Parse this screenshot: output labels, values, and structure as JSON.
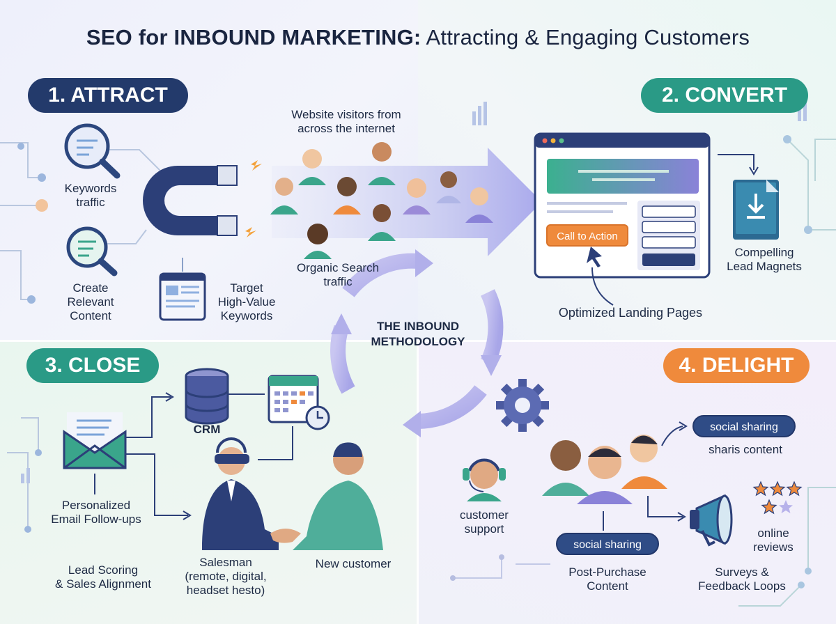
{
  "title": {
    "bold": "SEO for INBOUND MARKETING:",
    "rest": " Attracting & Engaging Customers"
  },
  "stages": {
    "attract": "1. ATTRACT",
    "convert": "2. CONVERT",
    "close": "3. CLOSE",
    "delight": "4. DELIGHT"
  },
  "center": {
    "line1": "THE INBOUND",
    "line2": "METHODOLOGY"
  },
  "attract": {
    "keywords": [
      "Keywords",
      "traffic"
    ],
    "content": [
      "Create",
      "Relevant",
      "Content"
    ],
    "target": [
      "Target",
      "High-Value",
      "Keywords"
    ],
    "visitors": [
      "Website visitors from",
      "across the internet"
    ],
    "organic": [
      "Organic Search",
      "traffic"
    ]
  },
  "convert": {
    "cta": "Call to Action",
    "landing": "Optimized Landing Pages",
    "magnets": [
      "Compelling",
      "Lead Magnets"
    ]
  },
  "close": {
    "crm": "CRM",
    "email": [
      "Personalized",
      "Email Follow-ups"
    ],
    "scoring": [
      "Lead Scoring",
      "& Sales Alignment"
    ],
    "salesman": [
      "Salesman",
      "(remote, digital,",
      "headset hesto)"
    ],
    "customer": "New customer"
  },
  "delight": {
    "support": [
      "customer",
      "support"
    ],
    "social_top": "social sharing",
    "shares": "sharis content",
    "social_bottom": "social sharing",
    "post_purchase": [
      "Post-Purchase",
      "Content"
    ],
    "reviews": [
      "online",
      "reviews"
    ],
    "surveys": [
      "Surveys &",
      "Feedback Loops"
    ]
  },
  "colors": {
    "navy": "#233a6b",
    "teal": "#2a9a86",
    "orange": "#ef8a3c",
    "purple": "#8a7fd6"
  },
  "icons": [
    "magnifier-icon",
    "magnet-icon",
    "webpage-icon",
    "landing-page-icon",
    "ebook-download-icon",
    "email-envelope-icon",
    "database-icon",
    "calendar-clock-icon",
    "gear-icon",
    "headset-icon",
    "megaphone-icon",
    "star-icon"
  ]
}
